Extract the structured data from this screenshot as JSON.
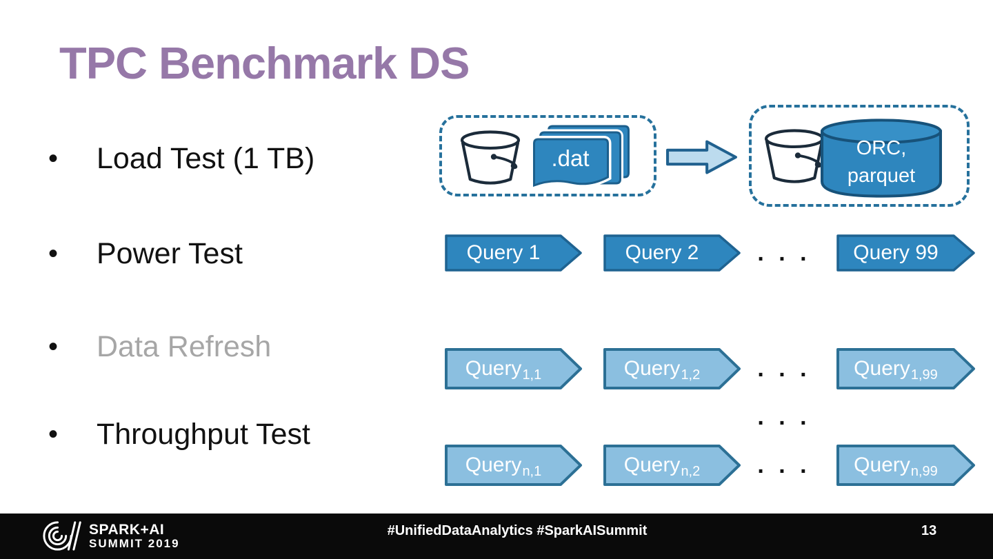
{
  "title": "TPC Benchmark DS",
  "bullets": {
    "marker": "•",
    "items": [
      {
        "label": "Load Test (1 TB)"
      },
      {
        "label": "Power Test"
      },
      {
        "label": "Data Refresh"
      },
      {
        "label": "Throughput Test"
      }
    ]
  },
  "load_diagram": {
    "dat_label": ".dat",
    "db_line1": "ORC,",
    "db_line2": "parquet"
  },
  "power_row": {
    "queries": [
      "Query 1",
      "Query 2",
      "Query 99"
    ],
    "ellipsis": ". . ."
  },
  "throughput_row_1": {
    "queries": [
      {
        "main": "Query",
        "sub": "1,1"
      },
      {
        "main": "Query",
        "sub": "1,2"
      },
      {
        "main": "Query",
        "sub": "1,99"
      }
    ],
    "ellipsis": ". . ."
  },
  "throughput_between_ellipsis": ". . .",
  "throughput_row_n": {
    "queries": [
      {
        "main": "Query",
        "sub": "n,1"
      },
      {
        "main": "Query",
        "sub": "n,2"
      },
      {
        "main": "Query",
        "sub": "n,99"
      }
    ],
    "ellipsis": ". . ."
  },
  "footer": {
    "logo_line1": "SPARK+AI",
    "logo_line2": "SUMMIT 2019",
    "hashtags": "#UnifiedDataAnalytics #SparkAISummit",
    "page_number": "13"
  },
  "colors": {
    "title_purple": "#9678A8",
    "dark_blue_fill": "#2E86BE",
    "dark_blue_border": "#1F6391",
    "light_blue_fill": "#8BBFE0",
    "light_blue_border": "#2C7095",
    "arrow_fill": "#BCDBEE",
    "dashed_border": "#26719C",
    "muted_text": "#A6A6A6",
    "footer_bg": "#0A0A0A"
  }
}
